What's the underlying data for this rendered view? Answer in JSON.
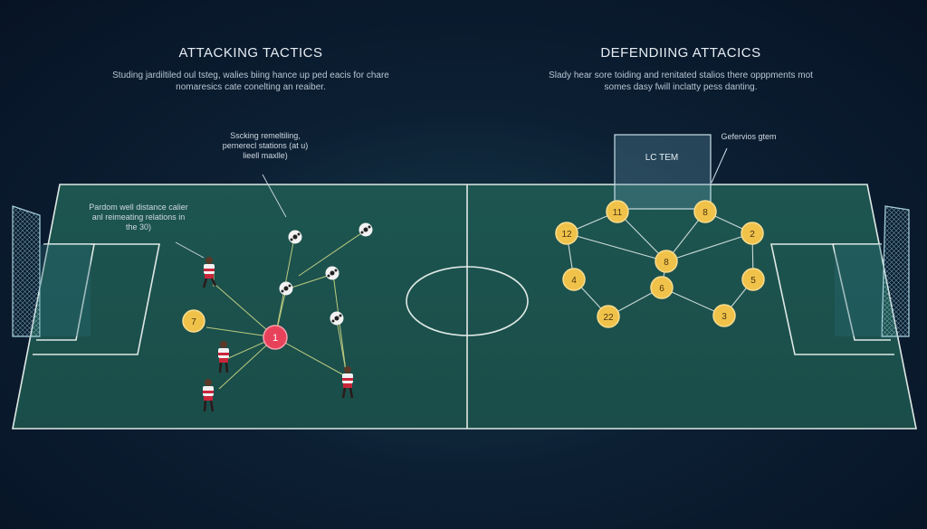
{
  "attacking": {
    "title": "ATTACKING TACTICS",
    "subtitle": "Studing jardiltiled oul tsteg, walies biing hance up ped eacis for chare nomaresics cate conelting an reaiber.",
    "annotation_top": "Sscking remeltiling, pernerecl stations (at u) lieell maxlle)",
    "annotation_left": "Pardom well distance calier anl reimeating relations in the 30)",
    "key_player_number": "1",
    "side_player_number": "7"
  },
  "defending": {
    "title": "DEFENDIING ATTACICS",
    "subtitle": "Slady hear sore toiding and renitated stalios there opppments mot somes dasy fwill inclatty pess danting.",
    "annotation": "Gefervios gtem",
    "box_label": "LC TEM",
    "player_numbers": [
      "11",
      "8",
      "12",
      "2",
      "8",
      "4",
      "5",
      "6",
      "22",
      "3"
    ]
  },
  "colors": {
    "pitch": "#1f5a52",
    "pitch_lines": "#dfe9e6",
    "defender_fill": "#f0c24a",
    "attacker_key": "#e8425a",
    "pass_line": "#d7e08a"
  }
}
